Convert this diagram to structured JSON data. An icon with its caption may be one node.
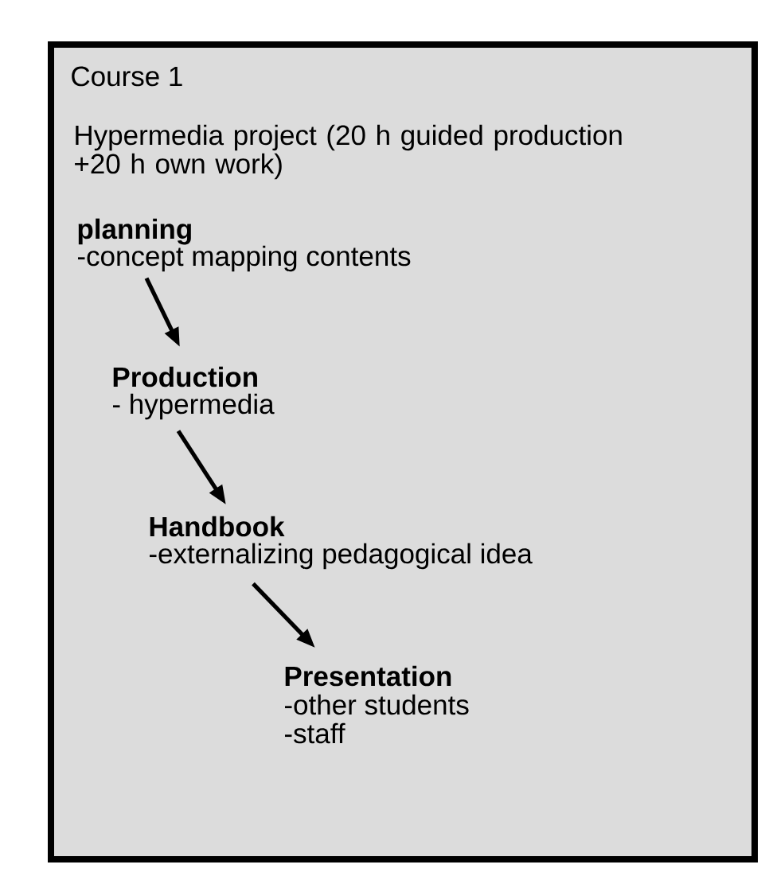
{
  "diagram": {
    "nodes": [
      {
        "text": [
          "Course 1",
          "Hypermedia project (20 h guided production +20 h own work)"
        ]
      },
      {
        "text": [
          "planning",
          "-concept mapping contents"
        ],
        "in": 0
      },
      {
        "text": [
          "Production",
          "- hypermedia"
        ],
        "in": 0
      },
      {
        "text": [
          "Handbook",
          "-externalizing pedagogical idea"
        ],
        "in": 0
      },
      {
        "text": [
          "Presentation",
          "-other students",
          "-staff"
        ],
        "in": 0
      }
    ],
    "edges": [
      {
        "from": 1,
        "to": 2,
        "arrow": "to"
      },
      {
        "from": 2,
        "to": 3,
        "arrow": "to"
      },
      {
        "from": 3,
        "to": 4,
        "arrow": "to"
      }
    ]
  }
}
